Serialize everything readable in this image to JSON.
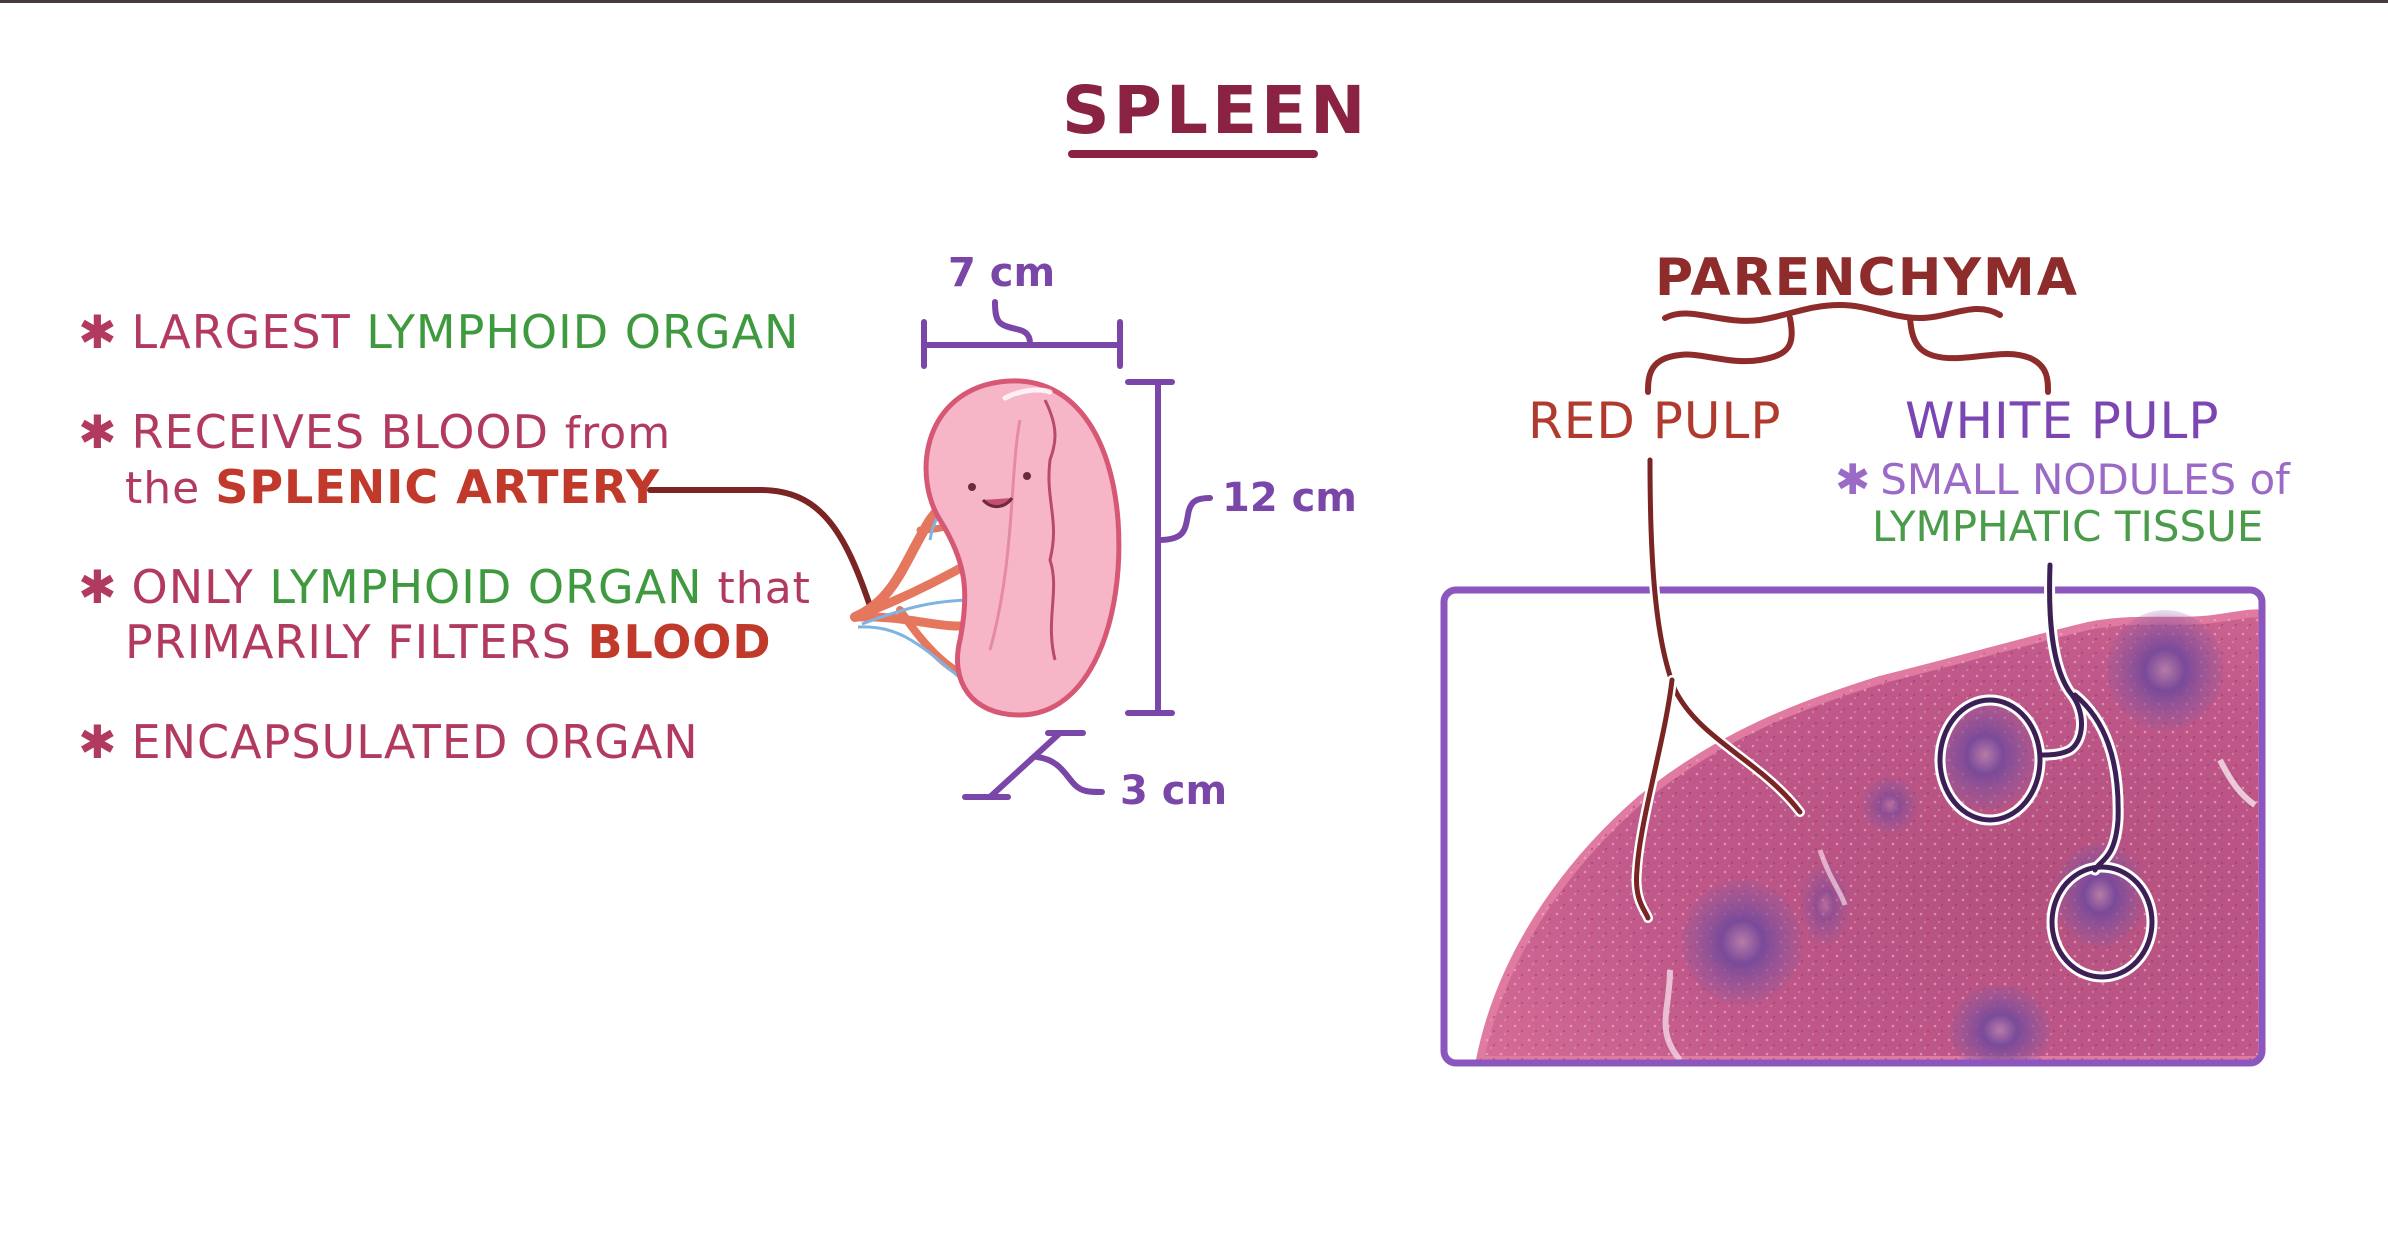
{
  "title": "SPLEEN",
  "bullets": {
    "b1": {
      "star": "✱",
      "part1": "LARGEST ",
      "part2": "LYMPHOID ORGAN"
    },
    "b2": {
      "star": "✱",
      "part1": "RECEIVES BLOOD ",
      "part2": "from",
      "line2_part1": "the ",
      "line2_part2": "SPLENIC ARTERY"
    },
    "b3": {
      "star": "✱",
      "part1": "ONLY ",
      "part2": "LYMPHOID ORGAN",
      "part3": " that",
      "line2_part1": "PRIMARILY FILTERS ",
      "line2_part2": "BLOOD"
    },
    "b4": {
      "star": "✱",
      "part1": "ENCAPSULATED ORGAN"
    }
  },
  "dimensions": {
    "width": "7 cm",
    "length": "12 cm",
    "thickness": "3 cm"
  },
  "parenchyma": {
    "label": "PARENCHYMA",
    "red_pulp": "RED PULP",
    "white_pulp": "WHITE PULP",
    "white_note_star": "✱",
    "white_note_line1": "SMALL NODULES of",
    "white_note_line2": "LYMPHATIC TISSUE"
  },
  "colors": {
    "title": "#8a2342",
    "text_pink": "#b23a5f",
    "green": "#3f9a3f",
    "artery_red": "#c0392b",
    "purple": "#7a46a8",
    "brown": "#8e2b2b",
    "spleen_pink": "#f7b6c8"
  }
}
